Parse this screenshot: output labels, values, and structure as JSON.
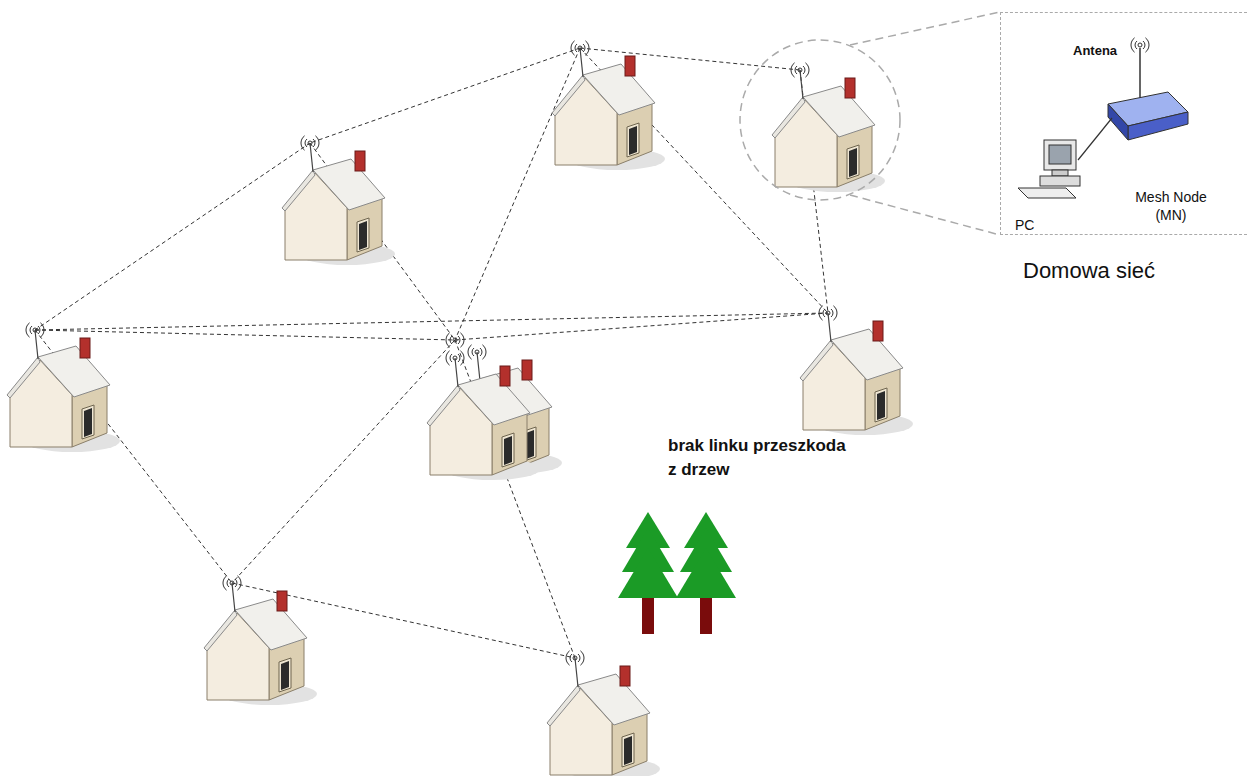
{
  "diagram": {
    "nodes": [
      {
        "text": [
          "Antena",
          "PC",
          "Mesh Node (MN)",
          "Domowa sieć"
        ]
      }
    ],
    "labels": [
      "brak linku przeszkoda z drzew"
    ]
  }
}
